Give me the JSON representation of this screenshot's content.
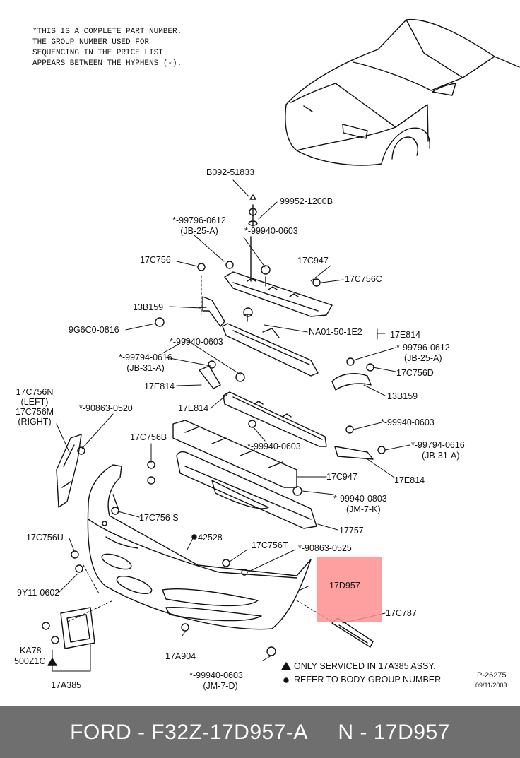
{
  "note": "*THIS IS A COMPLETE PART NUMBER.\nTHE GROUP NUMBER USED FOR\nSEQUENCING IN THE PRICE LIST\nAPPEARS BETWEEN THE HYPHENS (-).",
  "labels": {
    "b092": "B092-51833",
    "p99952": "99952-1200B",
    "p99796a": "*-99796-0612",
    "jb25a_1": "(JB-25-A)",
    "p99940a": "*-99940-0603",
    "c756": "17C756",
    "c947a": "17C947",
    "c756c": "17C756C",
    "b159a": "13B159",
    "g6c0": "9G6C0-0816",
    "p99940b": "*-99940-0603",
    "na01": "NA01-50-1E2",
    "e814a": "17E814",
    "p99796b": "*-99796-0612",
    "jb25a_2": "(JB-25-A)",
    "p99794a": "*-99794-0616",
    "jb31a_1": "(JB-31-A)",
    "c756d": "17C756D",
    "e814b": "17E814",
    "b159b": "13B159",
    "c756n": "17C756N",
    "left": "(LEFT)",
    "c756m": "17C756M",
    "right": "(RIGHT)",
    "p90863a": "*-90863-0520",
    "e814c": "17E814",
    "p99940c": "*-99940-0603",
    "c756b": "17C756B",
    "p99940d": "*-99940-0603",
    "p99794b": "*-99794-0616",
    "jb31a_2": "(JB-31-A)",
    "c947b": "17C947",
    "e814d": "17E814",
    "p99940e": "*-99940-0803",
    "jm7k": "(JM-7-K)",
    "c756s": "17C756 S",
    "n17757": "17757",
    "c756u": "17C756U",
    "n42528": "42528",
    "c756t": "17C756T",
    "p90863b": "*-90863-0525",
    "y9a11": "9Y11-0602",
    "d957": "17D957",
    "c787": "17C787",
    "ka78": "KA78",
    "z500": "500Z1C",
    "a904": "17A904",
    "a385": "17A385",
    "p99940f": "*-99940-0603",
    "jm7d": "(JM-7-D)"
  },
  "legend": {
    "triangle_text": "ONLY SERVICED IN 17A385 ASSY.",
    "dot_text": "REFER TO BODY GROUP NUMBER"
  },
  "ref_code": "P-26275",
  "ref_date": "09/11/2003",
  "footer": {
    "text": "FORD - F32Z-17D957-A     N - 17D957"
  },
  "colors": {
    "highlight": "#ff8f8f",
    "footer_bg": "#6f6f6f",
    "footer_text": "#ffffff"
  }
}
